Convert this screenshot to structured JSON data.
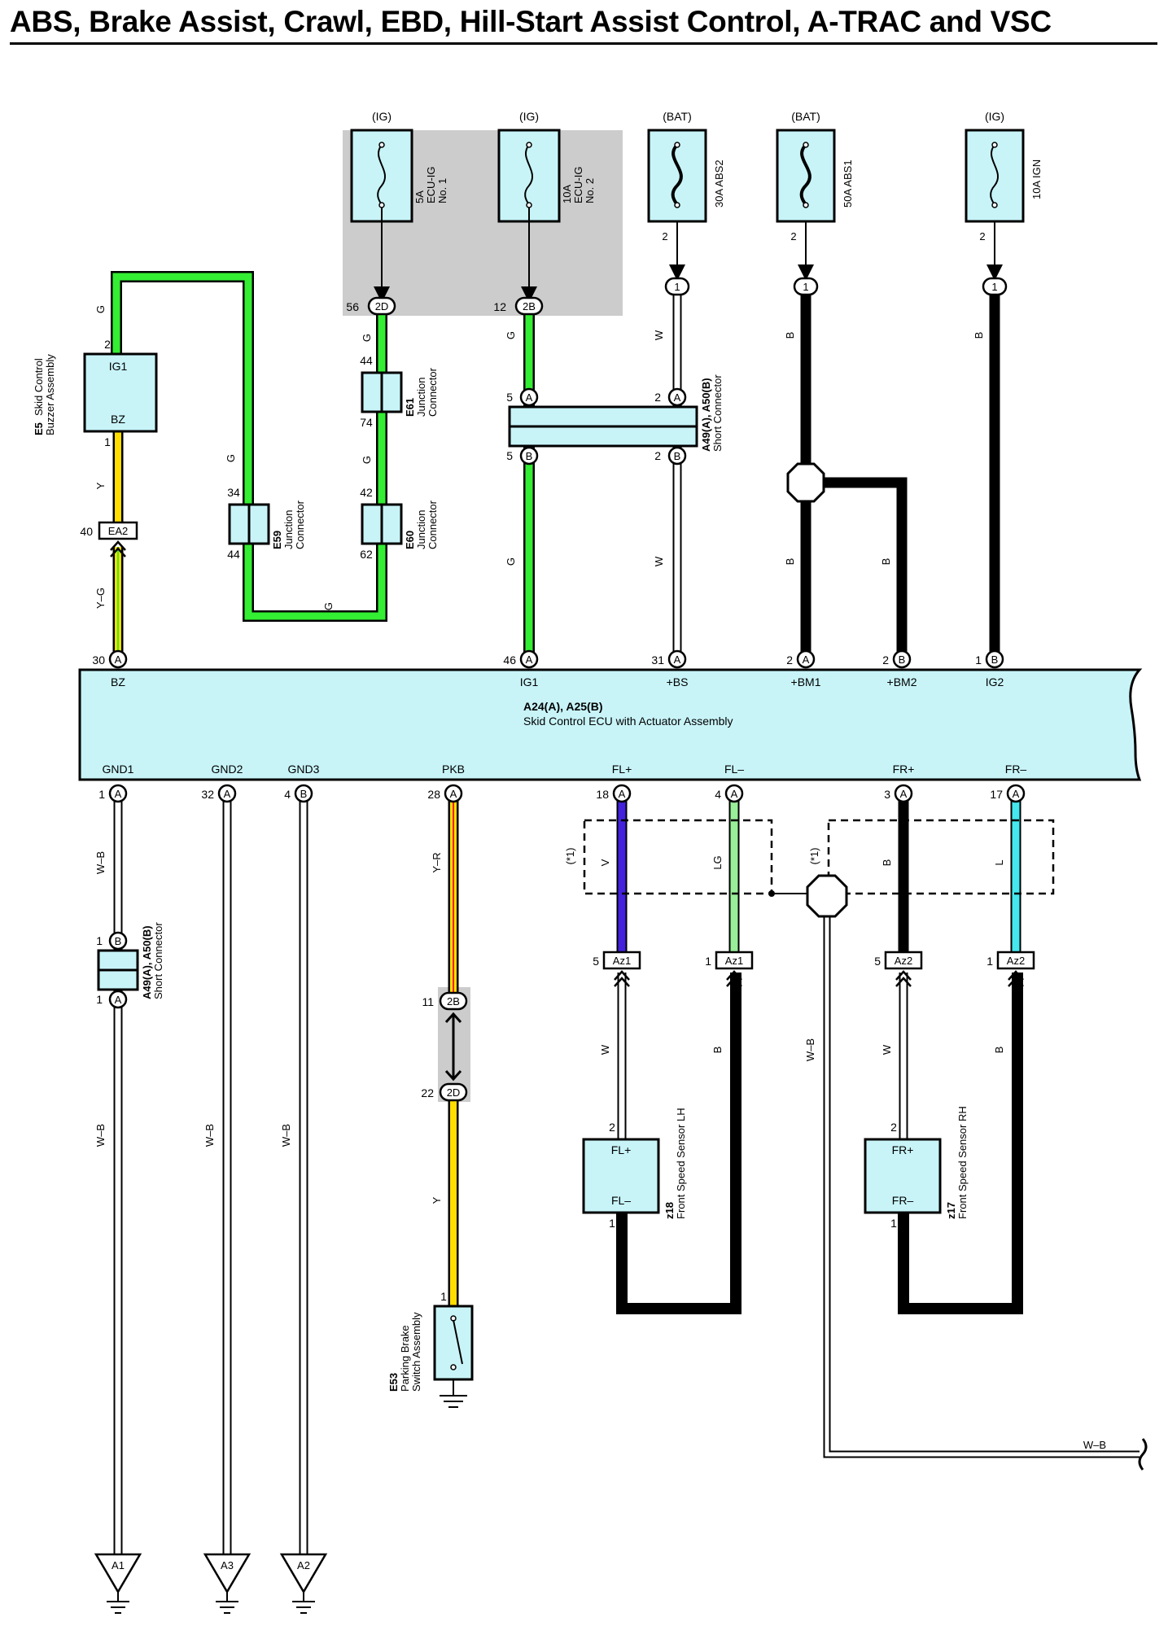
{
  "title": "ABS, Brake Assist, Crawl, EBD, Hill-Start Assist Control, A-TRAC and VSC",
  "colors": {
    "G": "#33ee33",
    "Y": "#ffdd00",
    "B": "#000000",
    "W": "#ffffff",
    "V": "#4422dd",
    "LG": "#99ee99",
    "L": "#44e8ee",
    "R": "#ee2222",
    "component_fill": "#c8f4f8",
    "junction_shade": "#cccccc"
  },
  "power": [
    {
      "id": "fuse1",
      "source": "(IG)",
      "rating": "5A",
      "name1": "ECU-IG",
      "name2": "No. 1",
      "pin": "56",
      "conn": "2D"
    },
    {
      "id": "fuse2",
      "source": "(IG)",
      "rating": "10A",
      "name1": "ECU-IG",
      "name2": "No. 2",
      "pin": "12",
      "conn": "2B"
    },
    {
      "id": "fuse3",
      "source": "(BAT)",
      "label": "30A ABS2",
      "fuse_pin": "2",
      "pin": "1"
    },
    {
      "id": "fuse4",
      "source": "(BAT)",
      "label": "50A ABS1",
      "fuse_pin": "2",
      "pin": "1"
    },
    {
      "id": "fuse5",
      "source": "(IG)",
      "label": "10A IGN",
      "fuse_pin": "2",
      "pin": "1"
    }
  ],
  "components": {
    "e5": {
      "code": "E5",
      "name1": "Skid Control",
      "name2": "Buzzer Assembly",
      "t1": "IG1",
      "t2": "BZ",
      "pin_top": "2",
      "pin_bot": "1"
    },
    "e61": {
      "code": "E61",
      "name1": "Junction",
      "name2": "Connector",
      "pin_top": "44",
      "pin_bot": "74"
    },
    "e60": {
      "code": "E60",
      "name1": "Junction",
      "name2": "Connector",
      "pin_top": "42",
      "pin_bot": "62"
    },
    "e59": {
      "code": "E59",
      "name1": "Junction",
      "name2": "Connector",
      "pin_top": "34",
      "pin_bot": "44"
    },
    "a49_top": {
      "code": "A49(A), A50(B)",
      "name": "Short Connector",
      "p1": "5",
      "p2": "2",
      "p3": "5",
      "p4": "2"
    },
    "a49_bot": {
      "code": "A49(A), A50(B)",
      "name": "Short Connector",
      "p1": "1",
      "p2": "1"
    },
    "ecu": {
      "code": "A24(A), A25(B)",
      "name": "Skid Control ECU with Actuator Assembly"
    },
    "ea2": {
      "pin": "40",
      "conn": "EA2"
    },
    "j2b": {
      "pin": "11",
      "conn": "2B"
    },
    "j2d": {
      "pin": "22",
      "conn": "2D"
    },
    "z18": {
      "code": "z18",
      "name": "Front Speed Sensor LH",
      "t1": "FL+",
      "t2": "FL–",
      "p_top": "2",
      "p_bot": "1"
    },
    "z17": {
      "code": "z17",
      "name": "Front Speed Sensor RH",
      "t1": "FR+",
      "t2": "FR–",
      "p_top": "2",
      "p_bot": "1"
    },
    "e53": {
      "code": "E53",
      "name1": "Parking Brake",
      "name2": "Switch Assembly",
      "pin": "1"
    },
    "az": [
      {
        "pin": "5",
        "conn": "Az1"
      },
      {
        "pin": "1",
        "conn": "Az1"
      },
      {
        "pin": "5",
        "conn": "Az2"
      },
      {
        "pin": "1",
        "conn": "Az2"
      }
    ]
  },
  "ecu_top_pins": [
    {
      "pin": "30",
      "conn": "A",
      "term": "BZ"
    },
    {
      "pin": "46",
      "conn": "A",
      "term": "IG1"
    },
    {
      "pin": "31",
      "conn": "A",
      "term": "+BS"
    },
    {
      "pin": "2",
      "conn": "A",
      "term": "+BM1"
    },
    {
      "pin": "2",
      "conn": "B",
      "term": "+BM2"
    },
    {
      "pin": "1",
      "conn": "B",
      "term": "IG2"
    }
  ],
  "ecu_bottom_pins": [
    {
      "pin": "1",
      "conn": "A",
      "term": "GND1"
    },
    {
      "pin": "32",
      "conn": "A",
      "term": "GND2"
    },
    {
      "pin": "4",
      "conn": "B",
      "term": "GND3"
    },
    {
      "pin": "28",
      "conn": "A",
      "term": "PKB"
    },
    {
      "pin": "18",
      "conn": "A",
      "term": "FL+"
    },
    {
      "pin": "4",
      "conn": "A",
      "term": "FL–"
    },
    {
      "pin": "3",
      "conn": "A",
      "term": "FR+"
    },
    {
      "pin": "17",
      "conn": "A",
      "term": "FR–"
    }
  ],
  "wire_labels": {
    "g": "G",
    "y": "Y",
    "yg": "Y–G",
    "w": "W",
    "b": "B",
    "wb": "W–B",
    "yr": "Y–R",
    "v": "V",
    "lg": "LG",
    "l": "L"
  },
  "note": "(*1)",
  "grounds": [
    "A1",
    "A3",
    "A2"
  ]
}
